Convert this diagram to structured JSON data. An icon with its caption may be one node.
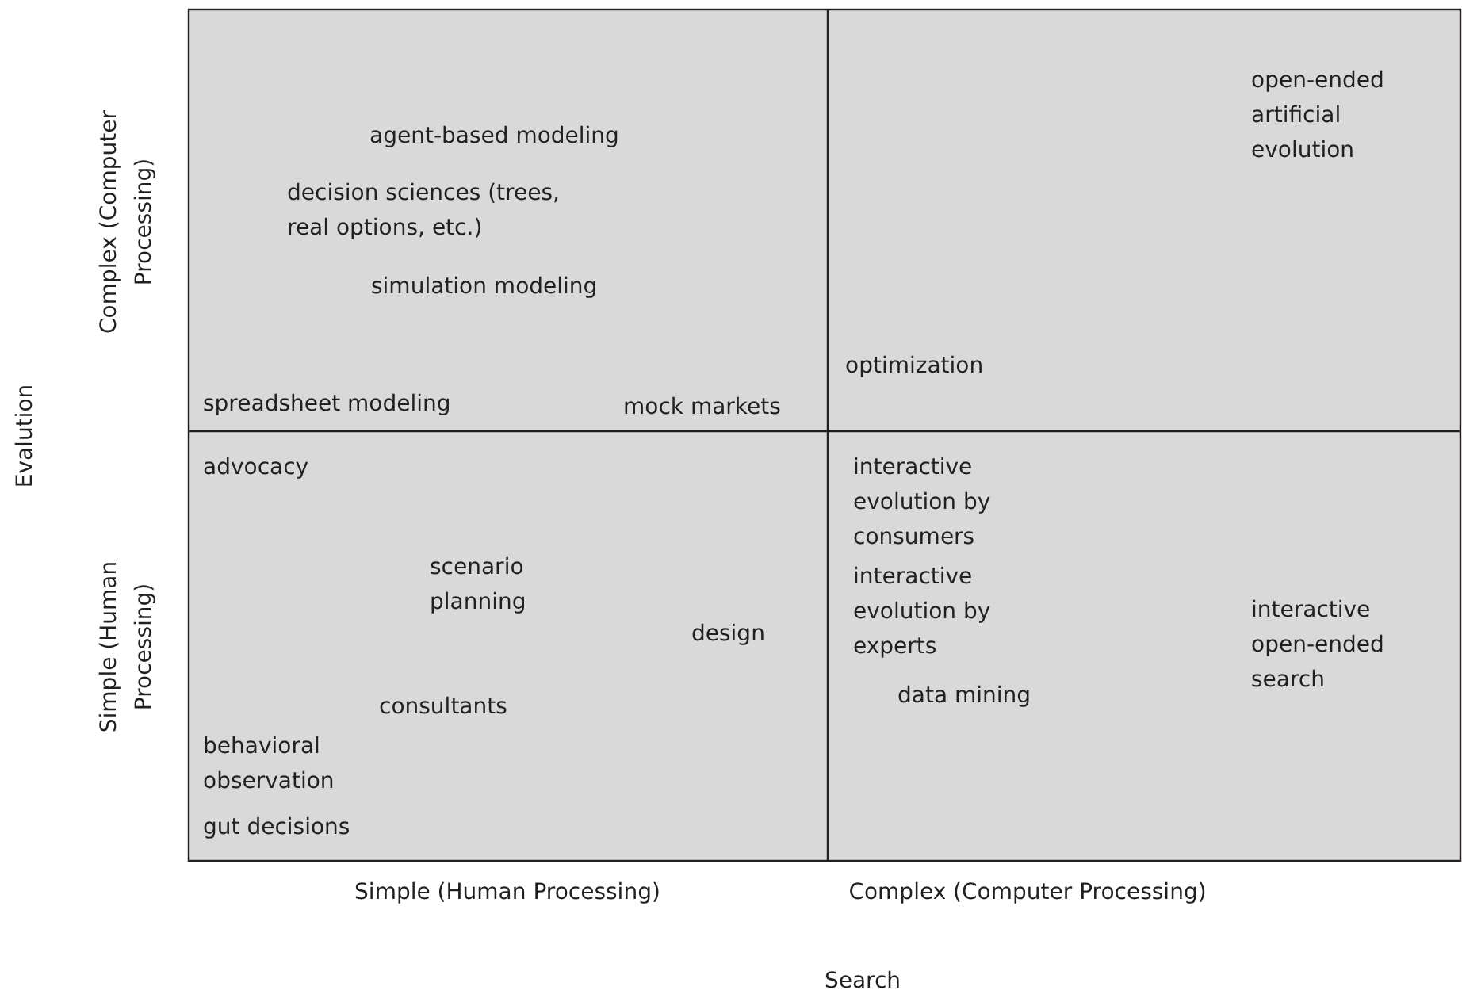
{
  "diagram": {
    "labels": [
      "open-ended artificial evolution",
      "agent-based modeling",
      "decision sciences (trees, real options, etc.)",
      "Complex (Computer Processing)",
      "simulation modeling",
      "optimization",
      "spreadsheet modeling",
      "mock markets",
      "Evalution",
      "interactive evolution by consumers",
      "advocacy",
      "interactive evolution by experts",
      "scenario planning",
      "Simple (Human Processing)",
      "interactive open-ended search",
      "design",
      "consultants",
      "data mining",
      "behavioral observation",
      "gut decisions",
      "Simple (Human Processing)",
      "Complex (Computer Processing)",
      "Search"
    ]
  }
}
